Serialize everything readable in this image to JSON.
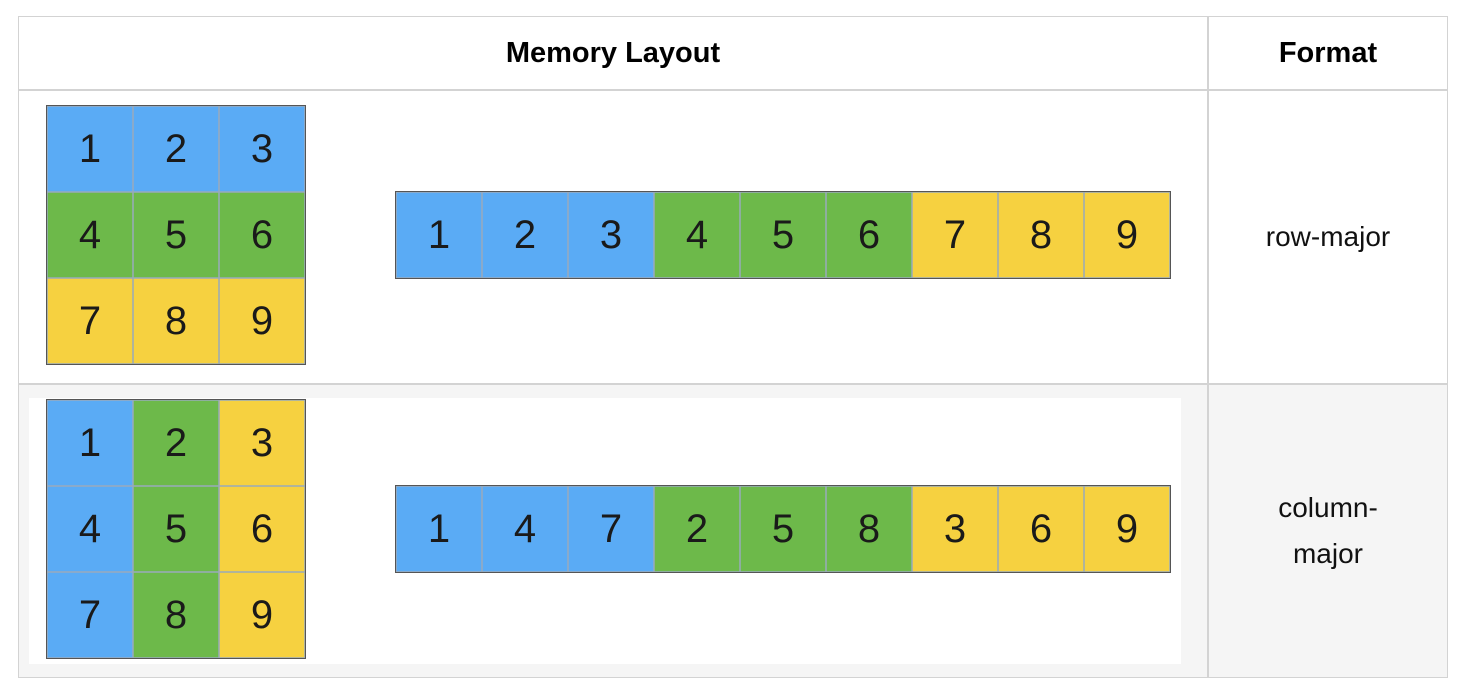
{
  "table": {
    "headers": {
      "layout": "Memory Layout",
      "format": "Format"
    },
    "rows": [
      {
        "format": "row-major",
        "matrix": [
          [
            {
              "v": "1",
              "c": "#5aabf5"
            },
            {
              "v": "2",
              "c": "#5aabf5"
            },
            {
              "v": "3",
              "c": "#5aabf5"
            }
          ],
          [
            {
              "v": "4",
              "c": "#6db94a"
            },
            {
              "v": "5",
              "c": "#6db94a"
            },
            {
              "v": "6",
              "c": "#6db94a"
            }
          ],
          [
            {
              "v": "7",
              "c": "#f6d140"
            },
            {
              "v": "8",
              "c": "#f6d140"
            },
            {
              "v": "9",
              "c": "#f6d140"
            }
          ]
        ],
        "linear": [
          {
            "v": "1",
            "c": "#5aabf5"
          },
          {
            "v": "2",
            "c": "#5aabf5"
          },
          {
            "v": "3",
            "c": "#5aabf5"
          },
          {
            "v": "4",
            "c": "#6db94a"
          },
          {
            "v": "5",
            "c": "#6db94a"
          },
          {
            "v": "6",
            "c": "#6db94a"
          },
          {
            "v": "7",
            "c": "#f6d140"
          },
          {
            "v": "8",
            "c": "#f6d140"
          },
          {
            "v": "9",
            "c": "#f6d140"
          }
        ]
      },
      {
        "format": "column-major",
        "matrix": [
          [
            {
              "v": "1",
              "c": "#5aabf5"
            },
            {
              "v": "2",
              "c": "#6db94a"
            },
            {
              "v": "3",
              "c": "#f6d140"
            }
          ],
          [
            {
              "v": "4",
              "c": "#5aabf5"
            },
            {
              "v": "5",
              "c": "#6db94a"
            },
            {
              "v": "6",
              "c": "#f6d140"
            }
          ],
          [
            {
              "v": "7",
              "c": "#5aabf5"
            },
            {
              "v": "8",
              "c": "#6db94a"
            },
            {
              "v": "9",
              "c": "#f6d140"
            }
          ]
        ],
        "linear": [
          {
            "v": "1",
            "c": "#5aabf5"
          },
          {
            "v": "4",
            "c": "#5aabf5"
          },
          {
            "v": "7",
            "c": "#5aabf5"
          },
          {
            "v": "2",
            "c": "#6db94a"
          },
          {
            "v": "5",
            "c": "#6db94a"
          },
          {
            "v": "8",
            "c": "#6db94a"
          },
          {
            "v": "3",
            "c": "#f6d140"
          },
          {
            "v": "6",
            "c": "#f6d140"
          },
          {
            "v": "9",
            "c": "#f6d140"
          }
        ]
      }
    ]
  }
}
